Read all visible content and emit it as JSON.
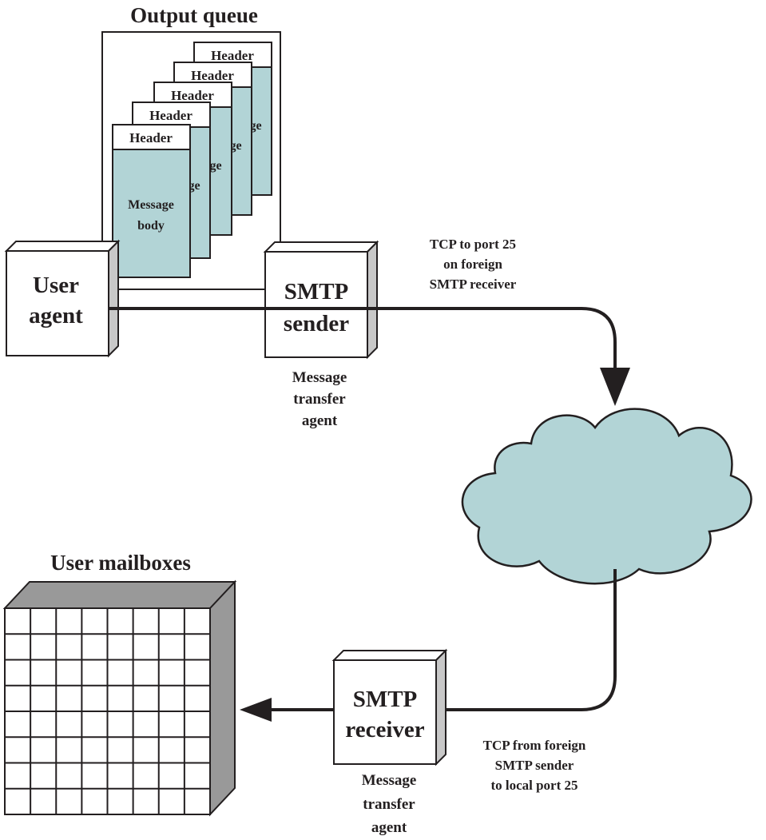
{
  "output_queue": {
    "title": "Output queue",
    "header_label": "Header",
    "body_line1": "Message",
    "body_line2": "body",
    "peek_fragment": "ge"
  },
  "user_agent": {
    "line1": "User",
    "line2": "agent"
  },
  "smtp_sender": {
    "line1": "SMTP",
    "line2": "sender",
    "caption": [
      "Message",
      "transfer",
      "agent"
    ]
  },
  "tcp_outgoing": [
    "TCP to port 25",
    "on foreign",
    "SMTP receiver"
  ],
  "smtp_receiver": {
    "line1": "SMTP",
    "line2": "receiver",
    "caption": [
      "Message",
      "transfer",
      "agent"
    ]
  },
  "tcp_incoming": [
    "TCP from foreign",
    "SMTP sender",
    "to local port 25"
  ],
  "mailboxes": {
    "title": "User mailboxes"
  },
  "colors": {
    "message_body": "#b2d4d6",
    "cloud": "#b2d4d6",
    "box_side": "#c8c8c8",
    "mailbox_shade": "#999999",
    "stroke": "#231f20"
  }
}
